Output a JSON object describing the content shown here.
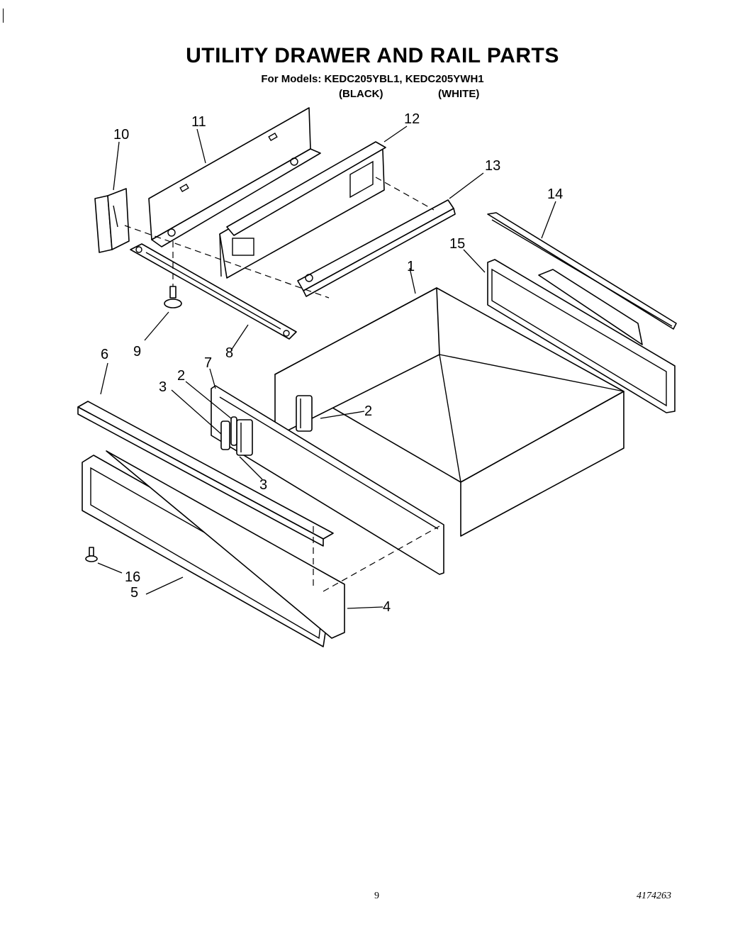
{
  "header": {
    "title": "UTILITY DRAWER AND RAIL PARTS",
    "subtitle": "For Models: KEDC205YBL1, KEDC205YWH1",
    "variant_black": "(BLACK)",
    "variant_white": "(WHITE)"
  },
  "callouts": {
    "c1": "1",
    "c2a": "2",
    "c2b": "2",
    "c3a": "3",
    "c3b": "3",
    "c4": "4",
    "c5": "5",
    "c6": "6",
    "c7": "7",
    "c8": "8",
    "c9": "9",
    "c10": "10",
    "c11": "11",
    "c12": "12",
    "c13": "13",
    "c14": "14",
    "c15": "15",
    "c16": "16"
  },
  "footer": {
    "page_number": "9",
    "document_number": "4174263"
  }
}
